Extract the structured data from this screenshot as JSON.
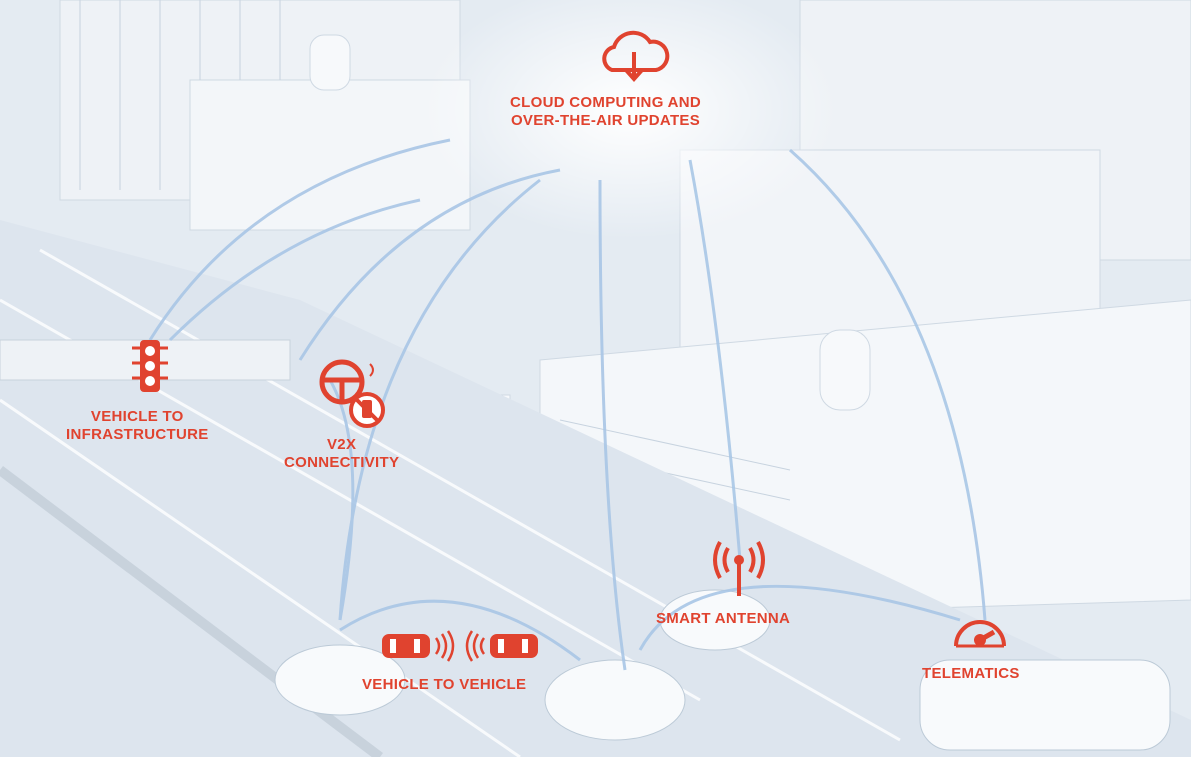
{
  "colors": {
    "accent": "#e0432f",
    "signal": "#a9c6e6",
    "background": "#e4ebf2"
  },
  "labels": {
    "cloud": [
      "CLOUD COMPUTING AND",
      "OVER-THE-AIR UPDATES"
    ],
    "v2i": [
      "VEHICLE TO",
      "INFRASTRUCTURE"
    ],
    "v2x": [
      "V2X",
      "CONNECTIVITY"
    ],
    "v2v": "VEHICLE TO VEHICLE",
    "antenna": "SMART ANTENNA",
    "telematics": "TELEMATICS"
  },
  "icons": [
    "cloud-download-icon",
    "traffic-light-icon",
    "steering-wheel-icon",
    "no-phone-icon",
    "car-signal-icon",
    "antenna-icon",
    "gauge-icon"
  ]
}
